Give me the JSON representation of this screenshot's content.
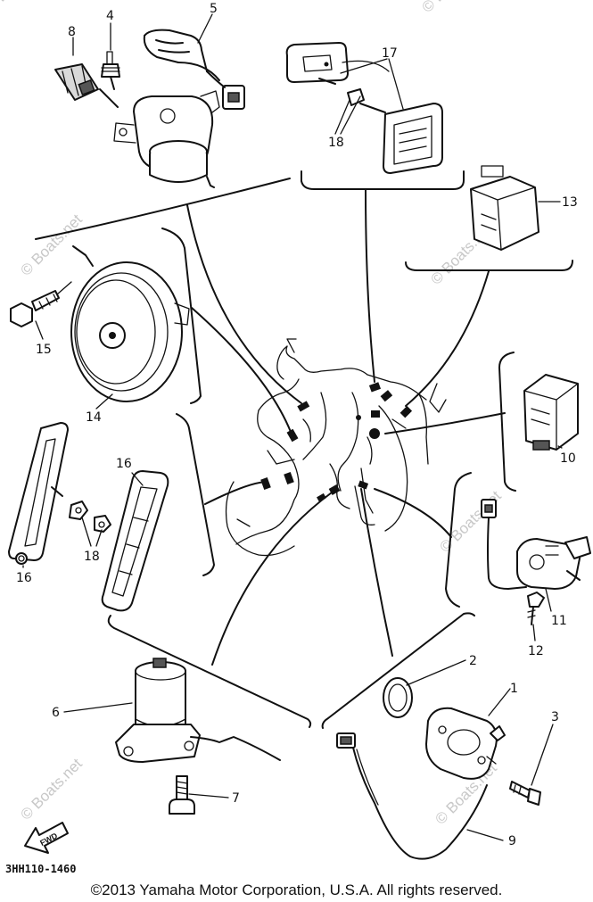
{
  "diagram": {
    "callouts": {
      "c1": "1",
      "c2": "2",
      "c3": "3",
      "c4": "4",
      "c5": "5",
      "c6": "6",
      "c7": "7",
      "c8": "8",
      "c9": "9",
      "c10": "10",
      "c11": "11",
      "c12": "12",
      "c13": "13",
      "c14": "14",
      "c15": "15",
      "c16a": "16",
      "c16b": "16",
      "c17": "17",
      "c18a": "18",
      "c18b": "18"
    },
    "watermark": "© Boats.net",
    "forward_label": "FWD",
    "drawing_code": "3HH110-1460"
  },
  "copyright": "©2013 Yamaha Motor Corporation, U.S.A. All rights reserved."
}
